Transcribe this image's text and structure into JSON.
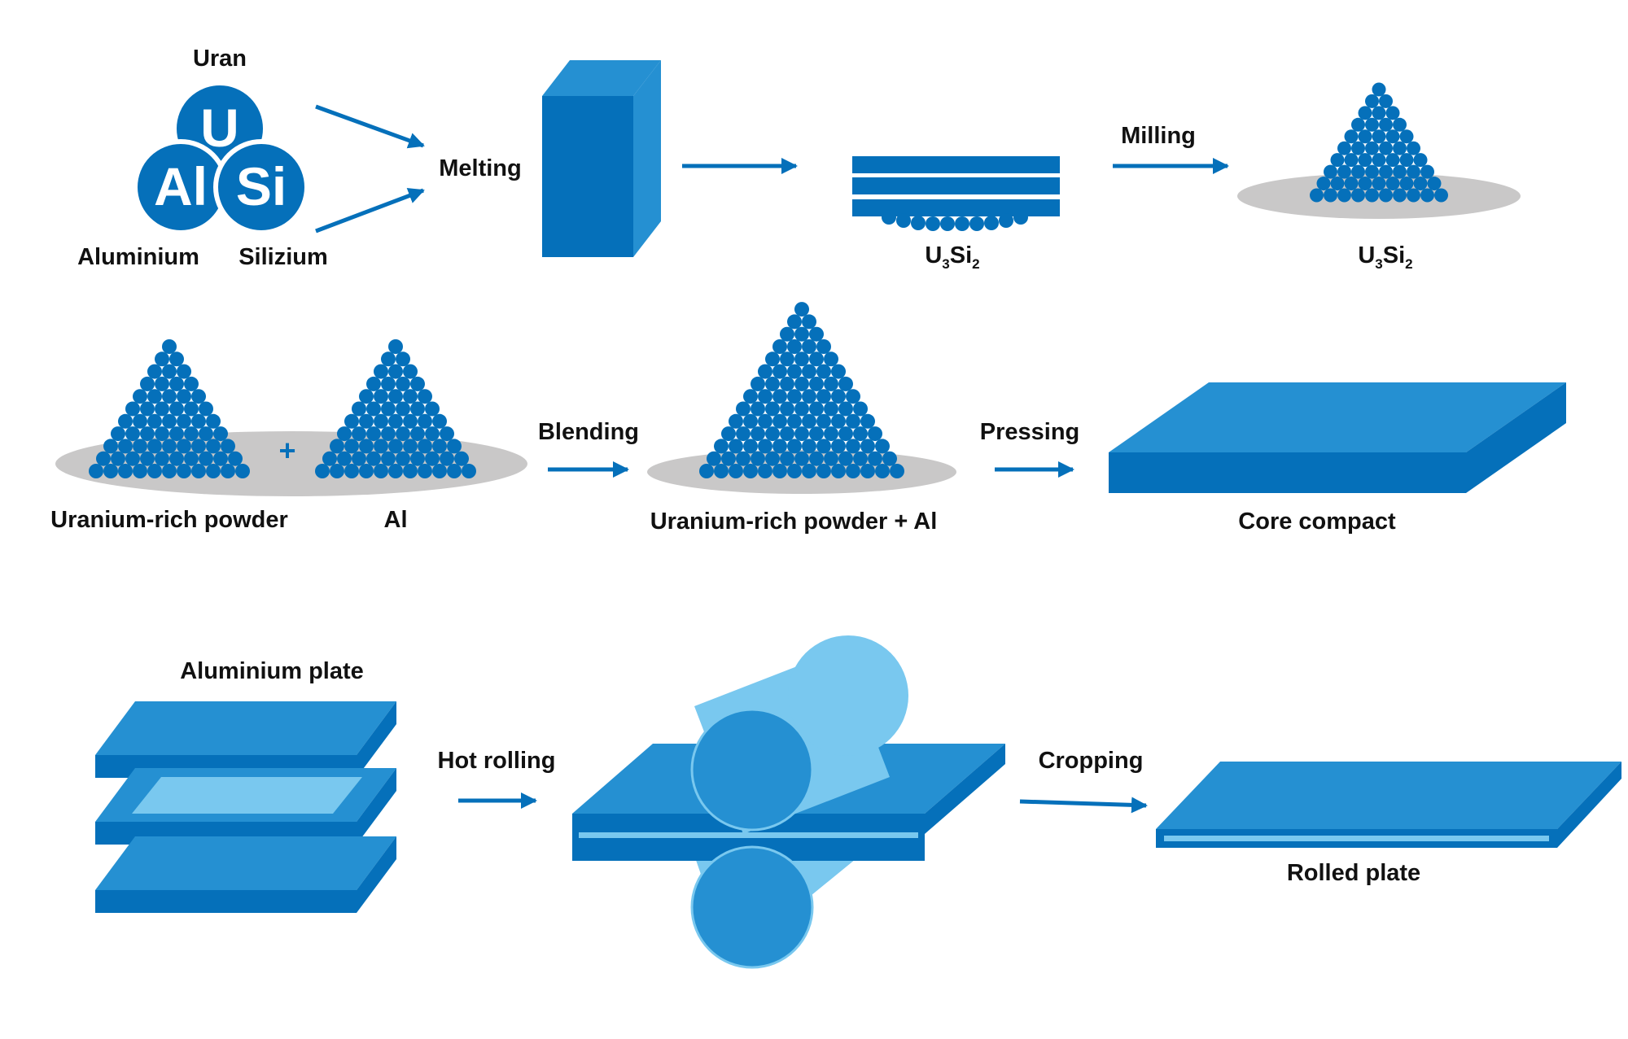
{
  "labels": {
    "uran": "Uran",
    "aluminium": "Aluminium",
    "silizium": "Silizium",
    "symbol_u": "U",
    "symbol_al": "Al",
    "symbol_si": "Si",
    "melting": "Melting",
    "milling": "Milling",
    "u3si2_u": "U",
    "u3si2_3": "3",
    "u3si2_si": "Si",
    "u3si2_2": "2",
    "plus": "+",
    "uranium_rich_powder": "Uranium-rich powder",
    "al": "Al",
    "blending": "Blending",
    "blended_powder": "Uranium-rich powder + Al",
    "pressing": "Pressing",
    "core_compact": "Core compact",
    "aluminium_plate": "Aluminium plate",
    "hot_rolling": "Hot rolling",
    "cropping": "Cropping",
    "rolled_plate": "Rolled plate"
  },
  "colors": {
    "blue_dark": "#0570ba",
    "blue_mid": "#2590d2",
    "blue_light": "#79c8ef",
    "grey_dish": "#c9c8c8",
    "text": "#111111"
  }
}
